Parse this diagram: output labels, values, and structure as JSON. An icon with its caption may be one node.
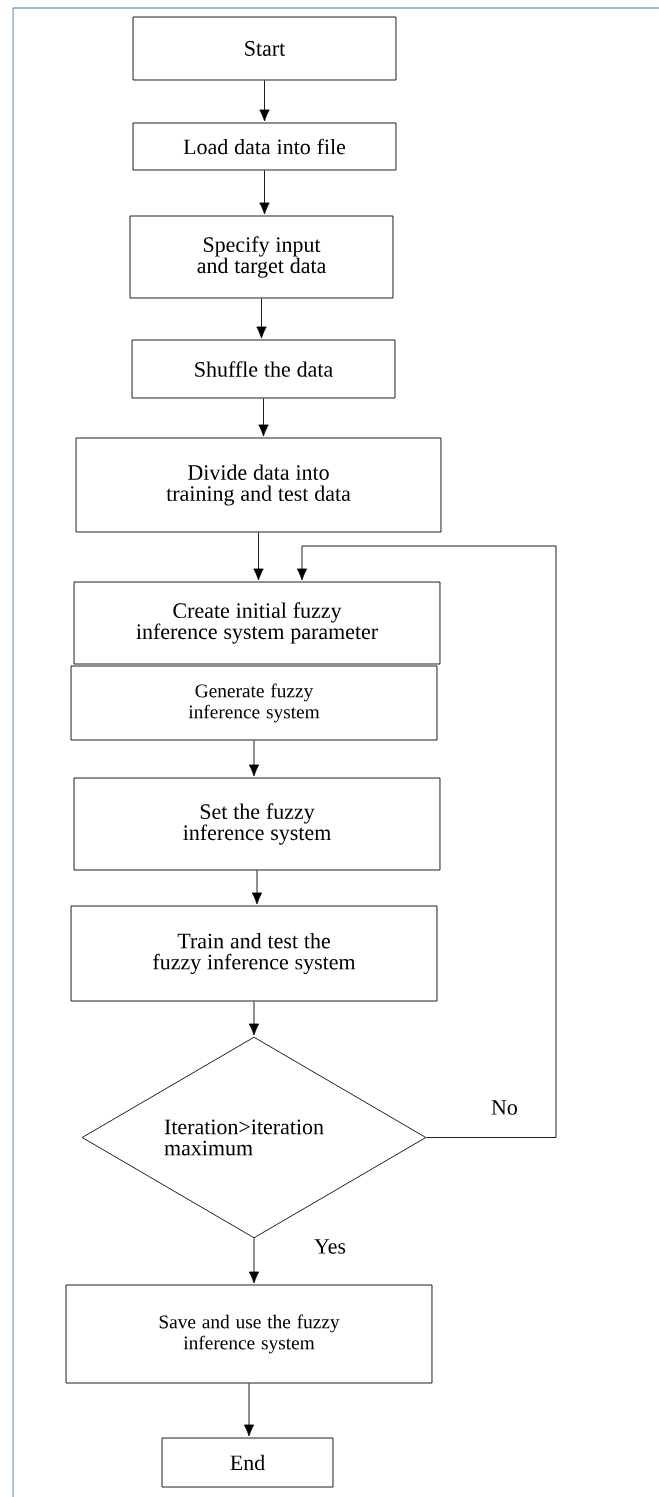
{
  "diagram": {
    "nodes": [
      {
        "text": [
          "Start"
        ]
      },
      {
        "text": [
          "Load data into file"
        ]
      },
      {
        "text": [
          "Specify input and target data"
        ]
      },
      {
        "text": [
          "Shuffle the data"
        ]
      },
      {
        "text": [
          "Divide data into training and test data"
        ]
      },
      {
        "text": [
          "Create initial fuzzy inference system parameter"
        ]
      },
      {
        "text": [
          "Generate fuzzy inference system"
        ]
      },
      {
        "text": [
          "Set the fuzzy inference system"
        ]
      },
      {
        "text": [
          "Train and test the fuzzy inference system"
        ]
      },
      {
        "text": [
          "Iteration>iteration maximum"
        ]
      },
      {
        "text": [
          "Save and use the fuzzy inference system"
        ]
      },
      {
        "text": [
          "End"
        ]
      }
    ],
    "edges": [
      {
        "from": 0,
        "to": 1,
        "arrow": "to"
      },
      {
        "from": 1,
        "to": 2,
        "arrow": "to"
      },
      {
        "from": 2,
        "to": 3,
        "arrow": "to"
      },
      {
        "from": 3,
        "to": 4,
        "arrow": "to"
      },
      {
        "from": 4,
        "to": 5,
        "arrow": "to"
      },
      {
        "from": 6,
        "to": 7,
        "arrow": "to"
      },
      {
        "from": 7,
        "to": 8,
        "arrow": "to"
      },
      {
        "from": 8,
        "to": 9,
        "arrow": "to"
      },
      {
        "from": 9,
        "to": 10,
        "label": "Yes",
        "arrow": "to"
      },
      {
        "from": 9,
        "to": 5,
        "label": "No",
        "arrow": "to"
      },
      {
        "from": 10,
        "to": 11,
        "arrow": "to"
      }
    ]
  }
}
